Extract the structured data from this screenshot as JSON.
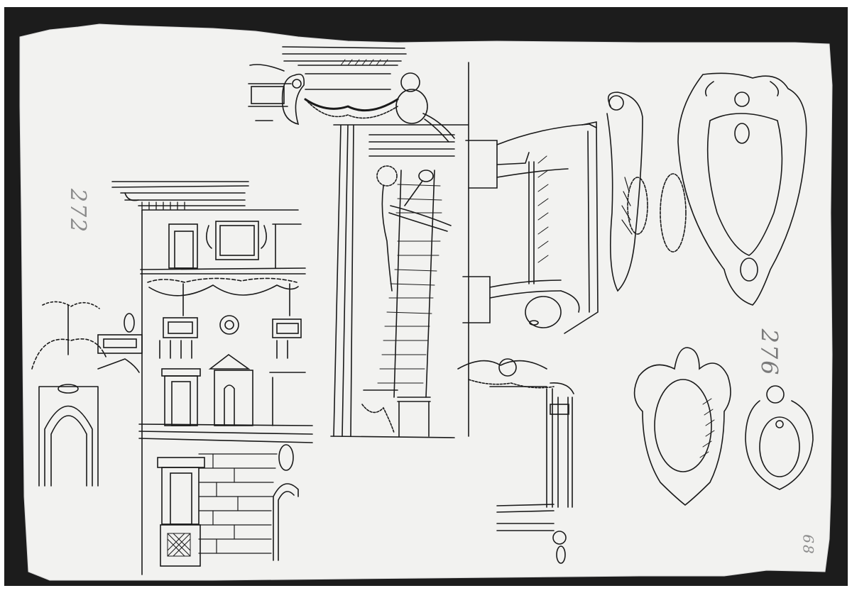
{
  "image": {
    "kind": "photograph of a pen-and-ink drawing sheet",
    "subject": "Architectural ornament studies: facade elevation, cornice with garland and putto, caryatid figure with column, volute brackets, cartouches, and door frame",
    "palette": {
      "mount_background": "#1c1c1c",
      "paper": "#f2f2f0",
      "ink": "#1a1a1a",
      "pencil_annotation": "#8a8a8a"
    }
  },
  "annotations": {
    "left_margin_number": "272",
    "right_number": "276",
    "corner_number": "68"
  },
  "drawings": [
    {
      "id": "left-arched-niche",
      "label": "Arched niche with festoons and vase"
    },
    {
      "id": "facade-elevation",
      "label": "Palace facade with cornice, windows, swags and rusticated base"
    },
    {
      "id": "cornice-putto",
      "label": "Cornice with scroll bracket, garland and seated putto"
    },
    {
      "id": "caryatid-column",
      "label": "Caryatid figure beside hatched column"
    },
    {
      "id": "volute-brackets",
      "label": "Pair of volute brackets in perspective"
    },
    {
      "id": "winged-cartouche",
      "label": "Cartouche with scrolls, fruit pendants and masks"
    },
    {
      "id": "door-frame",
      "label": "Door frame with winged cherub head and pilasters"
    },
    {
      "id": "small-cartouches",
      "label": "Two oval cartouches with scroll tops"
    }
  ]
}
